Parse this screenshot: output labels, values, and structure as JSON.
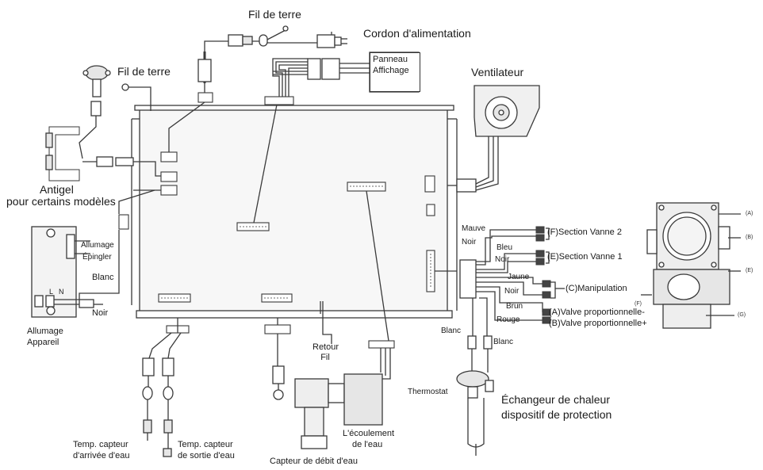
{
  "labels": {
    "fil_de_terre_top": "Fil de terre",
    "cordon": "Cordon d'alimentation",
    "panneau_1": "Panneau",
    "panneau_2": "Affichage",
    "ventilateur": "Ventilateur",
    "fil_de_terre_left": "Fil de terre",
    "antigel_1": "Antigel",
    "antigel_2": "pour certains modèles",
    "allumage_epingler_1": "Allumage",
    "allumage_epingler_2": "Épingler",
    "blanc_left": "Blanc",
    "noir_left": "Noir",
    "l_mark": "L",
    "n_mark": "N",
    "allumage_appareil_1": "Allumage",
    "allumage_appareil_2": "Appareil",
    "mauve": "Mauve",
    "noir_1": "Noir",
    "bleu": "Bleu",
    "noir_2": "Noir",
    "jaune": "Jaune",
    "noir_3": "Noir",
    "brun": "Brun",
    "rouge": "Rouge",
    "section_vanne_2": "(F)Section Vanne 2",
    "section_vanne_1": "(E)Section Vanne 1",
    "manipulation": "(C)Manipulation",
    "valve_minus": "(A)Valve proportionnelle-",
    "valve_plus": "(B)Valve proportionnelle+",
    "blanc_mid": "Blanc",
    "blanc_right": "Blanc",
    "thermostat": "Thermostat",
    "echangeur_1": "Échangeur de chaleur",
    "echangeur_2": "dispositif de protection",
    "retour_1": "Retour",
    "retour_2": "Fil",
    "ecoulement_1": "L'écoulement",
    "ecoulement_2": "de l'eau",
    "capteur_debit": "Capteur de débit d'eau",
    "temp_arrivee_1": "Temp. capteur",
    "temp_arrivee_2": "d'arrivée d'eau",
    "temp_sortie_1": "Temp. capteur",
    "temp_sortie_2": "de sortie d'eau",
    "valve_a": "(A)",
    "valve_b": "(B)",
    "valve_e": "(E)",
    "valve_f": "(F)",
    "valve_g": "(G)"
  },
  "colors": {
    "line": "#3a3a3a",
    "board_fill": "#f7f7f7",
    "part_fill": "#e6e6e6"
  }
}
